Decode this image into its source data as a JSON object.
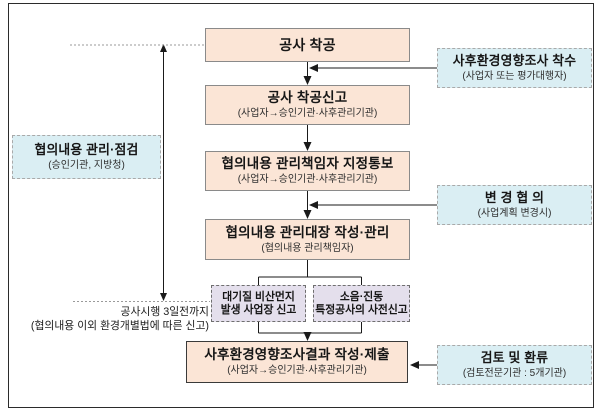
{
  "diagram": {
    "kind": "process-flowchart",
    "language": "ko"
  },
  "flow": {
    "construction_start": {
      "title": "공사 착공"
    },
    "construction_report": {
      "title": "공사 착공신고",
      "subtitle": "(사업자→승인기관·사후관리기관)"
    },
    "manager_designation": {
      "title": "협의내용 관리책임자 지정통보",
      "subtitle": "(사업자→승인기관·사후관리기관)"
    },
    "ledger_management": {
      "title": "협의내용 관리대장 작성·관리",
      "subtitle": "(협의내용 관리책임자)"
    },
    "result_submission": {
      "title": "사후환경영향조사결과 작성·제출",
      "subtitle": "(사업자→승인기관·사후관리기관)"
    }
  },
  "side_boxes": {
    "post_survey_start": {
      "title": "사후환경영향조사 착수",
      "subtitle": "(사업자 또는 평가대행자)"
    },
    "management_check": {
      "title": "협의내용 관리·점검",
      "subtitle": "(승인기관, 지방청)"
    },
    "change_consultation": {
      "title": "변 경 협 의",
      "subtitle": "(사업계획 변경시)"
    },
    "review_feedback": {
      "title": "검토 및 환류",
      "subtitle": "(검토전문기관 : 5개기관)"
    }
  },
  "sub_reports": {
    "dust": {
      "line1": "대기질 비산먼지",
      "line2": "발생 사업장 신고"
    },
    "noise": {
      "line1": "소음·진동",
      "line2": "특정공사의 사전신고"
    }
  },
  "annotations": {
    "deadline": "공사시행 3일전까지",
    "note": "(협의내용 이외 환경개별법에 따른 신고)"
  },
  "colors": {
    "main_box_fill": "#FBE5D6",
    "side_box_fill": "#DAEEF3",
    "sub_box_fill": "#E4DFEC",
    "line": "#1a1a1a",
    "frame": "#2b2b2b"
  }
}
